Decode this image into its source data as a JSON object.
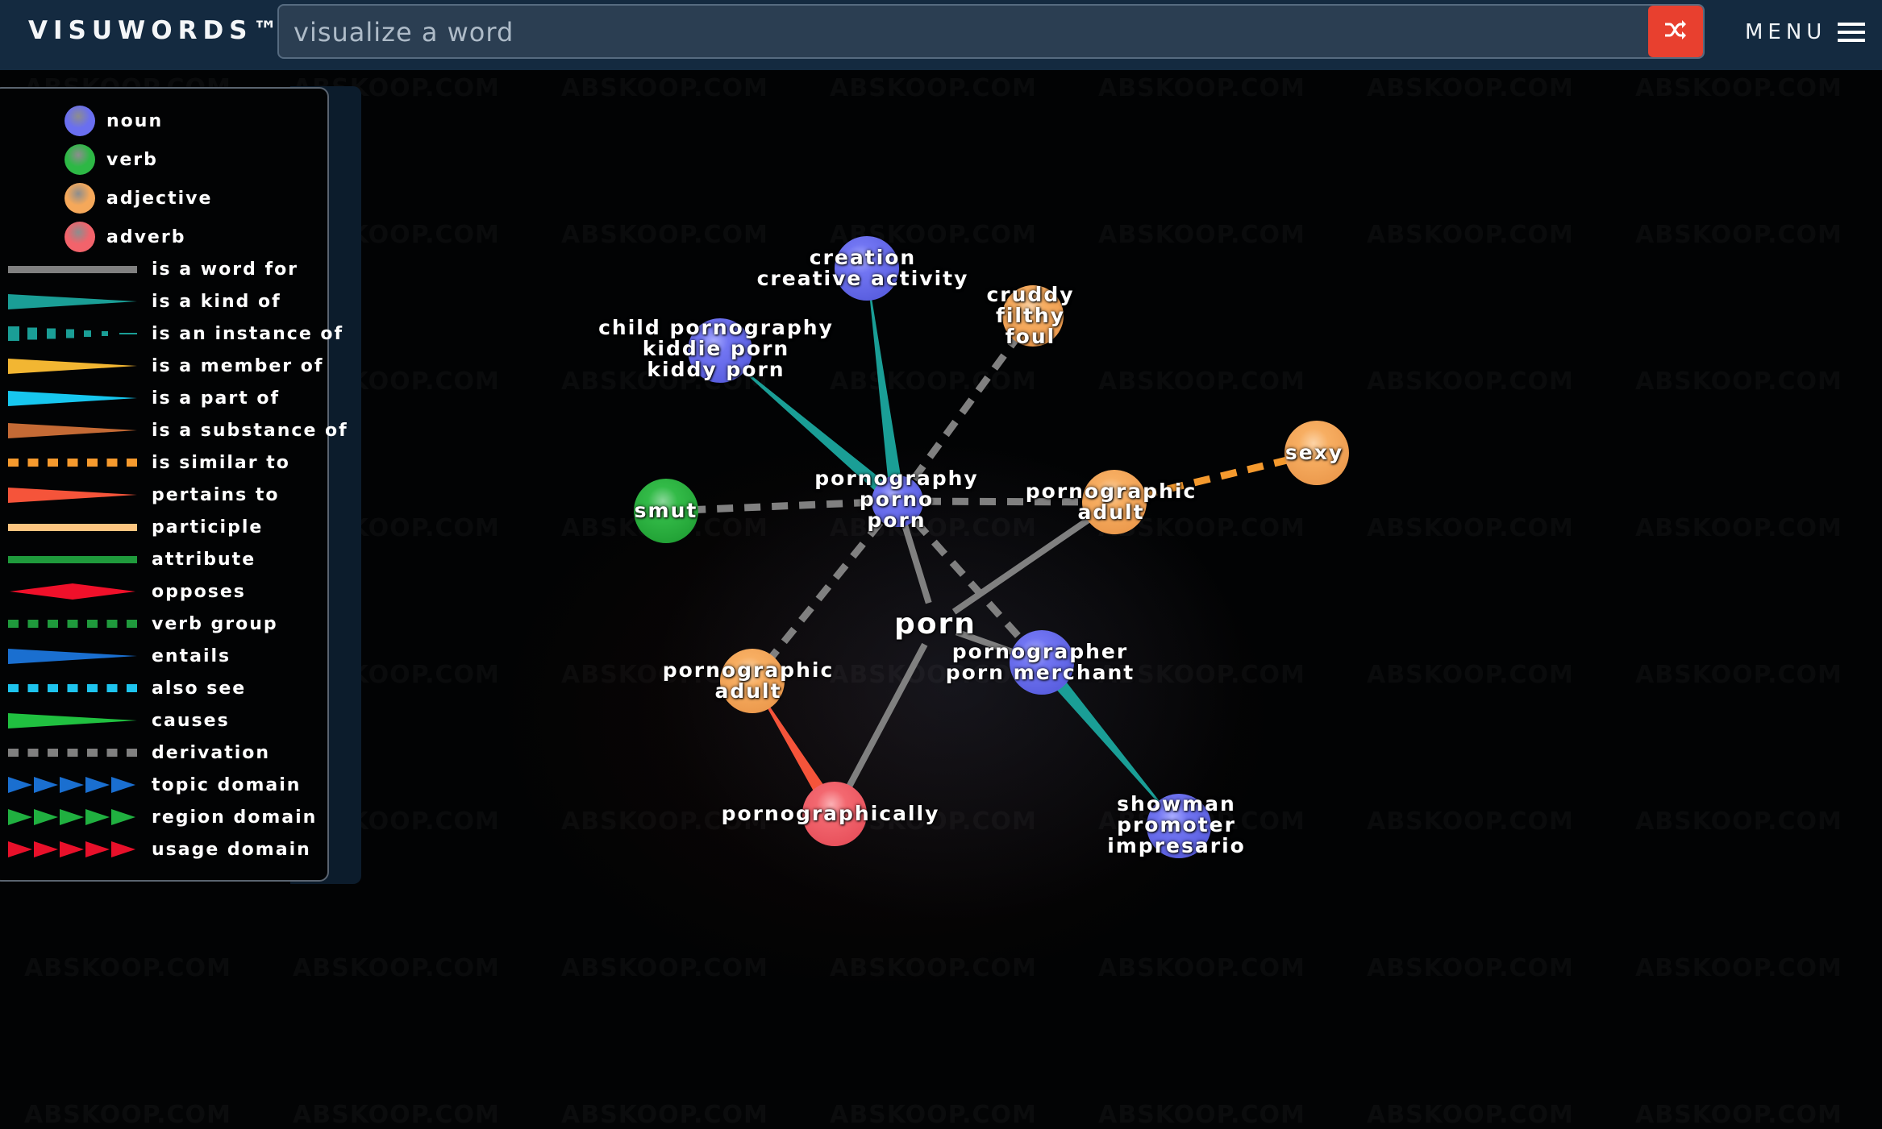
{
  "header": {
    "logo": "VISUWORDS™",
    "search_placeholder": "visualize a word",
    "search_value": "",
    "shuffle_icon": "shuffle-icon",
    "menu_label": "MENU",
    "menu_icon": "hamburger-icon",
    "colors": {
      "header_bg": "#142a40",
      "shuffle_bg": "#e8402f"
    }
  },
  "legend": {
    "parts_of_speech": [
      {
        "label": "noun",
        "color": "#6a6ff0"
      },
      {
        "label": "verb",
        "color": "#2db845"
      },
      {
        "label": "adjective",
        "color": "#f5a85a"
      },
      {
        "label": "adverb",
        "color": "#f2636b"
      }
    ],
    "relations": [
      {
        "label": "is a word for",
        "color": "#808080",
        "style": "solid"
      },
      {
        "label": "is a kind of",
        "color": "#1a9e96",
        "style": "taper"
      },
      {
        "label": "is an instance of",
        "color": "#1a9e96",
        "style": "taper-dash"
      },
      {
        "label": "is a member of",
        "color": "#f2b632",
        "style": "taper"
      },
      {
        "label": "is a part of",
        "color": "#17c7ef",
        "style": "taper"
      },
      {
        "label": "is a substance of",
        "color": "#c46a35",
        "style": "taper"
      },
      {
        "label": "is similar to",
        "color": "#f59a2e",
        "style": "dash"
      },
      {
        "label": "pertains to",
        "color": "#f5543a",
        "style": "taper"
      },
      {
        "label": "participle",
        "color": "#fcc580",
        "style": "solid"
      },
      {
        "label": "attribute",
        "color": "#1f9a3c",
        "style": "solid"
      },
      {
        "label": "opposes",
        "color": "#f0102a",
        "style": "diamond"
      },
      {
        "label": "verb group",
        "color": "#1f9a3c",
        "style": "dash"
      },
      {
        "label": "entails",
        "color": "#1a6fd0",
        "style": "taper"
      },
      {
        "label": "also see",
        "color": "#1ec4ee",
        "style": "dash"
      },
      {
        "label": "causes",
        "color": "#20c040",
        "style": "taper"
      },
      {
        "label": "derivation",
        "color": "#808080",
        "style": "dash"
      },
      {
        "label": "topic domain",
        "color": "#1a6fd0",
        "style": "arrows"
      },
      {
        "label": "region domain",
        "color": "#20b040",
        "style": "arrows"
      },
      {
        "label": "usage domain",
        "color": "#e8102a",
        "style": "arrows"
      }
    ]
  },
  "graph": {
    "center_word": "porn",
    "nodes": [
      {
        "id": "creation",
        "pos": "noun",
        "lines": [
          "creation",
          "creative activity"
        ]
      },
      {
        "id": "cruddy",
        "pos": "adjective",
        "lines": [
          "cruddy",
          "filthy",
          "foul"
        ]
      },
      {
        "id": "child",
        "pos": "noun",
        "lines": [
          "child pornography",
          "kiddie porn",
          "kiddy porn"
        ]
      },
      {
        "id": "sexy",
        "pos": "adjective",
        "lines": [
          "sexy"
        ]
      },
      {
        "id": "smut",
        "pos": "verb",
        "lines": [
          "smut"
        ]
      },
      {
        "id": "pornography",
        "pos": "noun",
        "lines": [
          "pornography",
          "porno",
          "porn"
        ]
      },
      {
        "id": "pornographic_r",
        "pos": "adjective",
        "lines": [
          "pornographic",
          "adult"
        ]
      },
      {
        "id": "pornographer",
        "pos": "noun",
        "lines": [
          "pornographer",
          "porn merchant"
        ]
      },
      {
        "id": "pornographic_l",
        "pos": "adjective",
        "lines": [
          "pornographic",
          "adult"
        ]
      },
      {
        "id": "pornographically",
        "pos": "adverb",
        "lines": [
          "pornographically"
        ]
      },
      {
        "id": "showman",
        "pos": "noun",
        "lines": [
          "showman",
          "promoter",
          "impresario"
        ]
      }
    ],
    "edges": [
      {
        "from": "pornography",
        "to": "creation",
        "relation": "is a kind of"
      },
      {
        "from": "pornography",
        "to": "child",
        "relation": "is a kind of"
      },
      {
        "from": "pornography",
        "to": "cruddy",
        "relation": "derivation"
      },
      {
        "from": "pornography",
        "to": "smut",
        "relation": "derivation"
      },
      {
        "from": "pornography",
        "to": "pornographic_r",
        "relation": "derivation"
      },
      {
        "from": "pornography",
        "to": "pornographic_l",
        "relation": "derivation"
      },
      {
        "from": "pornography",
        "to": "pornographer",
        "relation": "derivation"
      },
      {
        "from": "porn",
        "to": "pornography",
        "relation": "is a word for"
      },
      {
        "from": "porn",
        "to": "pornographic_r",
        "relation": "is a word for"
      },
      {
        "from": "porn",
        "to": "pornographer",
        "relation": "is a word for"
      },
      {
        "from": "porn",
        "to": "pornographically",
        "relation": "is a word for"
      },
      {
        "from": "pornographic_r",
        "to": "sexy",
        "relation": "is similar to"
      },
      {
        "from": "pornographically",
        "to": "pornographic_l",
        "relation": "pertains to"
      },
      {
        "from": "pornographer",
        "to": "showman",
        "relation": "is a kind of"
      }
    ]
  },
  "watermark": "ABSKOOP.COM"
}
